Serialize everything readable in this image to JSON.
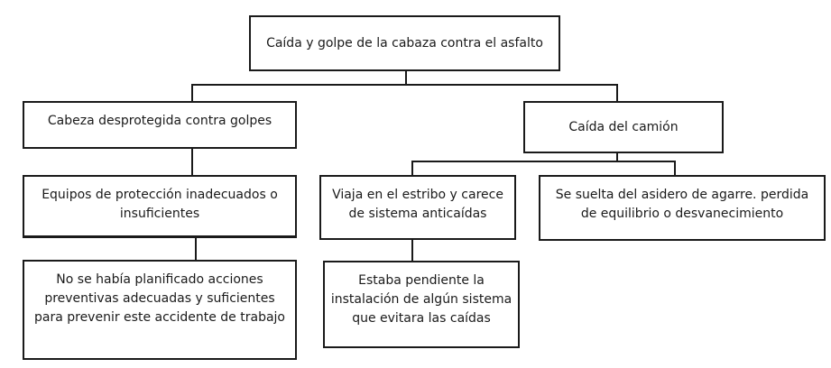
{
  "diagram": {
    "root": "Caída y golpe de la cabaza contra el asfalto",
    "left": {
      "label": "Cabeza desprotegida contra golpes",
      "child": "Equipos de protección inadecuados o insuficientes",
      "grandchild": "No se había planificado acciones preventivas adecuadas y suficientes para prevenir este accidente de trabajo"
    },
    "right": {
      "label": "Caída del camión",
      "child_a": "Viaja en el estribo y carece de sistema anticaídas",
      "child_a_grandchild": "Estaba  pendiente la instalación de algún sistema que evitara las caídas",
      "child_b": "Se suelta del asidero de agarre. perdida de equilibrio o desvanecimiento"
    }
  }
}
